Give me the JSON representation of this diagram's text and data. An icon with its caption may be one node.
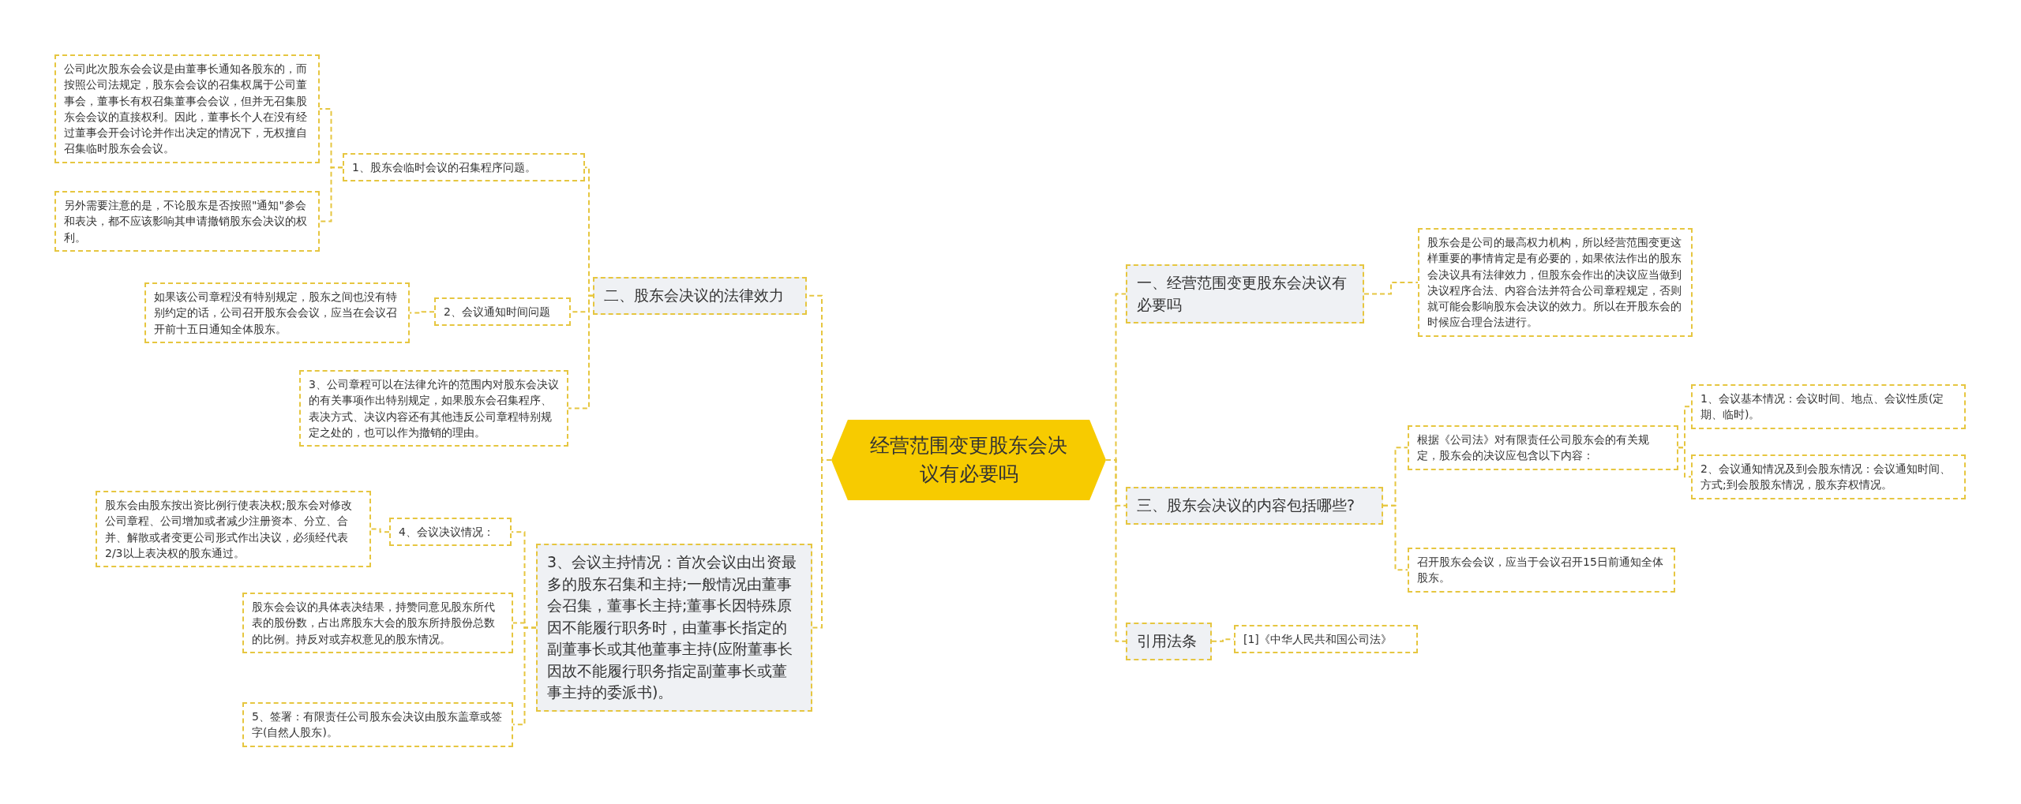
{
  "diagram": {
    "nodes": [
      {
        "text": [
          "经营范围变更股东会决议有必要吗"
        ]
      },
      {
        "text": [
          "二、股东会决议的法律效力"
        ]
      },
      {
        "text": [
          "1、股东会临时会议的召集程序问题。"
        ]
      },
      {
        "text": [
          "公司此次股东会会议是由董事长通知各股东的，而按照公司法规定，股东会会议的召集权属于公司董事会，董事长有权召集董事会会议，但并无召集股东会会议的直接权利。因此，董事长个人在没有经过董事会开会讨论并作出决定的情况下，无权擅自召集临时股东会会议。"
        ]
      },
      {
        "text": [
          "另外需要注意的是，不论股东是否按照\"通知\"参会和表决，都不应该影响其申请撤销股东会决议的权利。"
        ]
      },
      {
        "text": [
          "2、会议通知时间问题"
        ]
      },
      {
        "text": [
          "如果该公司章程没有特别规定，股东之间也没有特别约定的话，公司召开股东会会议，应当在会议召开前十五日通知全体股东。"
        ]
      },
      {
        "text": [
          "3、公司章程可以在法律允许的范围内对股东会决议的有关事项作出特别规定，如果股东会召集程序、表决方式、决议内容还有其他违反公司章程特别规定之处的，也可以作为撤销的理由。"
        ]
      },
      {
        "text": [
          "3、会议主持情况：首次会议由出资最多的股东召集和主持;一般情况由董事会召集，董事长主持;董事长因特殊原因不能履行职务时，由董事长指定的副董事长或其他董事主持(应附董事长因故不能履行职务指定副董事长或董事主持的委派书)。"
        ]
      },
      {
        "text": [
          "4、会议决议情况："
        ]
      },
      {
        "text": [
          "股东会由股东按出资比例行使表决权;股东会对修改公司章程、公司增加或者减少注册资本、分立、合并、解散或者变更公司形式作出决议，必须经代表2/3以上表决权的股东通过。"
        ]
      },
      {
        "text": [
          "股东会会议的具体表决结果，持赞同意见股东所代表的股份数，占出席股东大会的股东所持股份总数的比例。持反对或弃权意见的股东情况。"
        ]
      },
      {
        "text": [
          "5、签署：有限责任公司股东会决议由股东盖章或签字(自然人股东)。"
        ]
      },
      {
        "text": [
          "一、经营范围变更股东会决议有必要吗"
        ]
      },
      {
        "text": [
          "股东会是公司的最高权力机构，所以经营范围变更这样重要的事情肯定是有必要的，如果依法作出的股东会决议具有法律效力，但股东会作出的决议应当做到决议程序合法、内容合法并符合公司章程规定，否则就可能会影响股东会决议的效力。所以在开股东会的时候应合理合法进行。"
        ]
      },
      {
        "text": [
          "三、股东会决议的内容包括哪些?"
        ]
      },
      {
        "text": [
          "根据《公司法》对有限责任公司股东会的有关规定，股东会的决议应包含以下内容："
        ]
      },
      {
        "text": [
          "1、会议基本情况：会议时间、地点、会议性质(定期、临时)。"
        ]
      },
      {
        "text": [
          "2、会议通知情况及到会股东情况：会议通知时间、方式;到会股股东情况，股东弃权情况。"
        ]
      },
      {
        "text": [
          "召开股东会会议，应当于会议召开15日前通知全体股东。"
        ]
      },
      {
        "text": [
          "引用法条"
        ]
      },
      {
        "text": [
          "[1]《中华人民共和国公司法》"
        ]
      }
    ],
    "edges": [
      {
        "from": 0,
        "to": 1,
        "arrow": "none"
      },
      {
        "from": 1,
        "to": 2,
        "arrow": "none"
      },
      {
        "from": 2,
        "to": 3,
        "arrow": "none"
      },
      {
        "from": 2,
        "to": 4,
        "arrow": "none"
      },
      {
        "from": 1,
        "to": 5,
        "arrow": "none"
      },
      {
        "from": 5,
        "to": 6,
        "arrow": "none"
      },
      {
        "from": 1,
        "to": 7,
        "arrow": "none"
      },
      {
        "from": 0,
        "to": 8,
        "arrow": "none"
      },
      {
        "from": 8,
        "to": 9,
        "arrow": "none"
      },
      {
        "from": 9,
        "to": 10,
        "arrow": "none"
      },
      {
        "from": 8,
        "to": 11,
        "arrow": "none"
      },
      {
        "from": 8,
        "to": 12,
        "arrow": "none"
      },
      {
        "from": 0,
        "to": 13,
        "arrow": "none"
      },
      {
        "from": 13,
        "to": 14,
        "arrow": "none"
      },
      {
        "from": 0,
        "to": 15,
        "arrow": "none"
      },
      {
        "from": 15,
        "to": 16,
        "arrow": "none"
      },
      {
        "from": 16,
        "to": 17,
        "arrow": "none"
      },
      {
        "from": 16,
        "to": 18,
        "arrow": "none"
      },
      {
        "from": 15,
        "to": 19,
        "arrow": "none"
      },
      {
        "from": 0,
        "to": 20,
        "arrow": "none"
      },
      {
        "from": 20,
        "to": 21,
        "arrow": "none"
      }
    ]
  }
}
